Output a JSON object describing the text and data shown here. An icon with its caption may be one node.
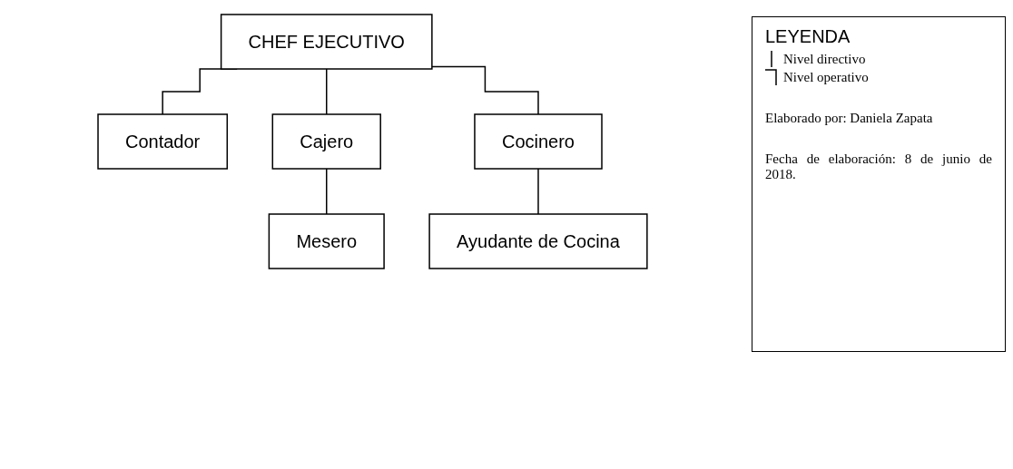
{
  "diagram": {
    "nodes": [
      {
        "text": [
          "CHEF EJECUTIVO"
        ]
      },
      {
        "text": [
          "Contador"
        ]
      },
      {
        "text": [
          "Cajero"
        ]
      },
      {
        "text": [
          "Cocinero"
        ]
      },
      {
        "text": [
          "Mesero"
        ]
      },
      {
        "text": [
          "Ayudante de Cocina"
        ]
      }
    ],
    "edges": [
      {
        "from": 0,
        "to": 1,
        "arrow": "none"
      },
      {
        "from": 0,
        "to": 2,
        "arrow": "none"
      },
      {
        "from": 0,
        "to": 3,
        "arrow": "none"
      },
      {
        "from": 2,
        "to": 4,
        "arrow": "none"
      },
      {
        "from": 3,
        "to": 5,
        "arrow": "none"
      }
    ],
    "labels": [
      "LEYENDA",
      "Elaborado por: Daniela Zapata",
      "Fecha de elaboración: 8 de junio de 2018."
    ],
    "legend": [
      {
        "text": "Nivel directivo"
      },
      {
        "text": "Nivel operativo"
      }
    ]
  }
}
